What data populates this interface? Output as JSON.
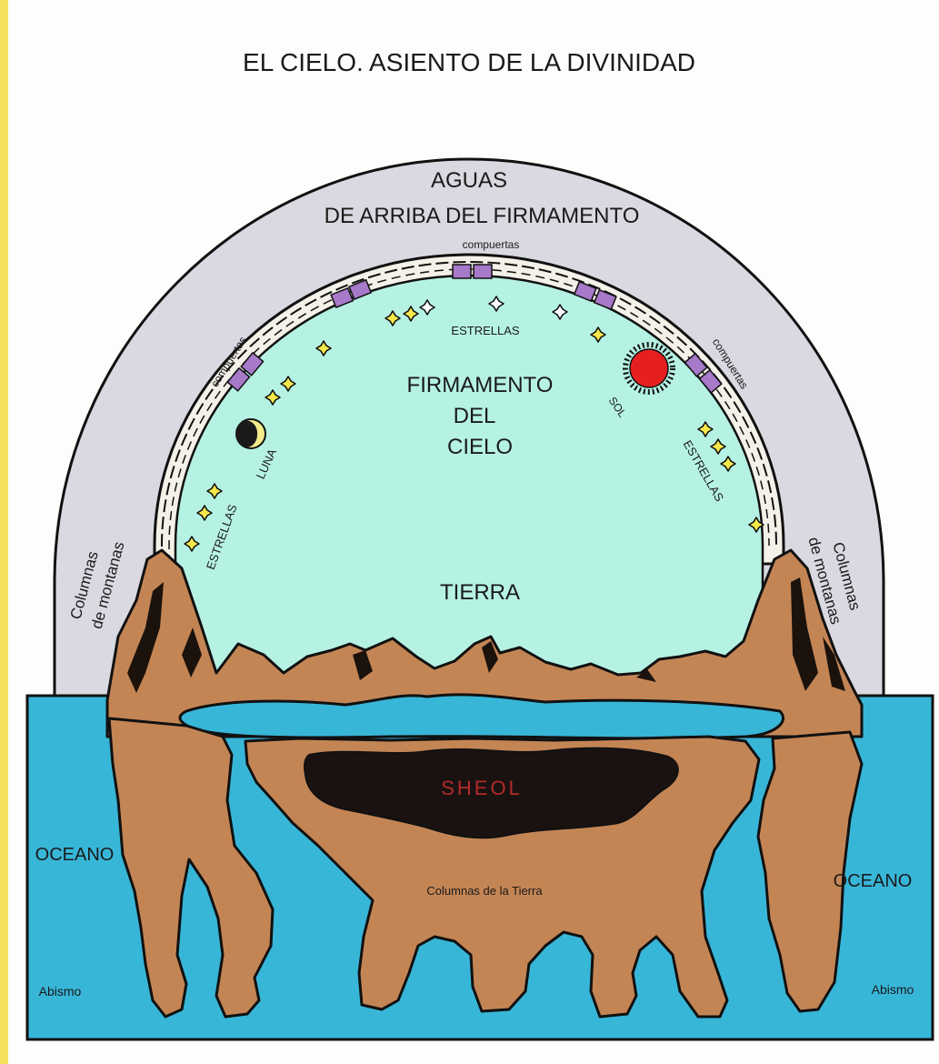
{
  "title": "EL CIELO. ASIENTO DE LA DIVINIDAD",
  "labels": {
    "aguas": "AGUAS",
    "de_arriba": "DE ARRIBA DEL FIRMAMENTO",
    "compuertas_top": "compuertas",
    "compuertas_left": "compuertas",
    "compuertas_right": "compuertas",
    "estrellas_top": "ESTRELLAS",
    "estrellas_left": "ESTRELLAS",
    "estrellas_right": "ESTRELLAS",
    "firmamento_1": "FIRMAMENTO",
    "firmamento_2": "DEL",
    "firmamento_3": "CIELO",
    "luna": "LUNA",
    "sol": "SOL",
    "tierra": "TIERRA",
    "columnas_left_1": "Columnas",
    "columnas_left_2": "de montanas",
    "columnas_right_1": "Columnas",
    "columnas_right_2": "de montanas",
    "sheol": "SHEOL",
    "columnas_tierra": "Columnas de la Tierra",
    "oceano_left": "OCEANO",
    "oceano_right": "OCEANO",
    "abismo_left": "Abismo",
    "abismo_right": "Abismo"
  },
  "colors": {
    "sky": "#b6f2e4",
    "outer_waters": "#d9d9e2",
    "ocean": "#38b6d8",
    "earth": "#c48555",
    "gates": "#a779c9",
    "sun": "#e62020",
    "stars": "#f6e84a",
    "moon": "#f4ec8c",
    "sheol": "#1a1210",
    "sheol_text": "#b22a2a",
    "title_text": "#1a1a1a"
  },
  "icons": [
    "star-icon",
    "moon-icon",
    "sun-icon"
  ]
}
